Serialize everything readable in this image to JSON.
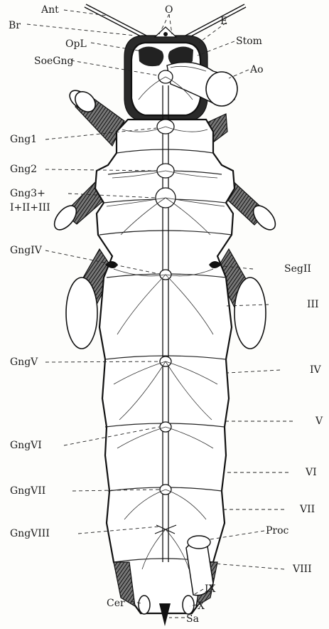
{
  "figure": {
    "labels_left": {
      "ant": "Ant",
      "br": "Br",
      "opl": "OpL",
      "soegng": "SoeGng",
      "gng1": "Gng1",
      "gng2": "Gng2",
      "gng3": "Gng3+",
      "gng3b": "I+II+III",
      "gngIV": "GngIV",
      "gngV": "GngV",
      "gngVI": "GngVI",
      "gngVII": "GngVII",
      "gngVIII": "GngVIII",
      "cer": "Cer"
    },
    "labels_right": {
      "o": "O",
      "e": "E",
      "stom": "Stom",
      "ao": "Ao",
      "segII": "SegII",
      "III": "III",
      "IV": "IV",
      "V": "V",
      "VI": "VI",
      "VII": "VII",
      "proc": "Proc",
      "VIII": "VIII",
      "IX": "IX",
      "X": "X",
      "sa": "Sa"
    },
    "colors": {
      "ink": "#111111",
      "paper": "#fdfdfb"
    }
  }
}
